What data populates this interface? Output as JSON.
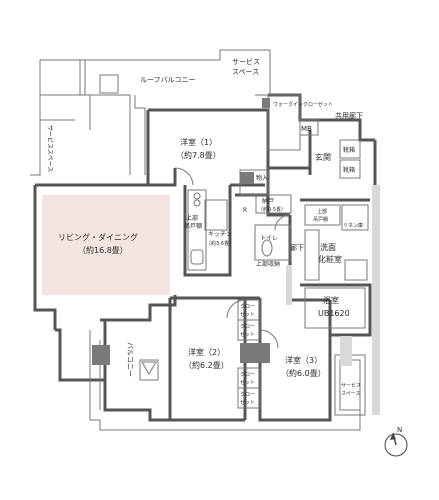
{
  "rooms": {
    "roof_balcony": "ルーフバルコニー",
    "service_space_top_1": "サービス",
    "service_space_top_2": "スペース",
    "service_space_left": "サービススペース",
    "walkin_closet": "ウォークインクローゼット",
    "mb": "MB",
    "common_corridor": "共用廊下",
    "bedroom1": "洋室（1）",
    "bedroom1_size": "（約7.8畳）",
    "entrance": "玄関",
    "shoe1": "靴箱",
    "shoe2": "靴箱",
    "storage": "物入",
    "storage_r": "R",
    "closet_door": "納戸",
    "closet_door_size": "（約0.5畳）",
    "upper_cabinet_1": "上部",
    "upper_cabinet_2": "吊戸棚",
    "kitchen": "キッチン",
    "kitchen_size": "（約3.6畳）",
    "living_dining": "リビング・ダイニング",
    "living_dining_size": "（約16.8畳）",
    "toilet": "トイレ",
    "upper_storage": "上部収納",
    "hall": "廊下",
    "upper_hanging_1": "上部",
    "upper_hanging_2": "吊戸棚",
    "linen": "リネン庫",
    "washroom_1": "洗面",
    "washroom_2": "化粧室",
    "bathroom": "浴室",
    "bathroom_ub": "UB1620",
    "closet_1a": "クロー",
    "closet_1b": "ゼット",
    "closet_2a": "クロー",
    "closet_2b": "ゼット",
    "closet_3a": "クロー",
    "closet_3b": "ゼット",
    "closet_4a": "クロー",
    "closet_4b": "ゼット",
    "bedroom2": "洋室（2）",
    "bedroom2_size": "（約6.2畳）",
    "bedroom3": "洋室（3）",
    "bedroom3_size": "（約6.0畳）",
    "balcony": "バルコニー",
    "service_space_br_1": "サービス",
    "service_space_br_2": "スペース"
  },
  "compass": {
    "label": "N"
  },
  "colors": {
    "living_fill": "#f3e4e2",
    "wall": "#555555",
    "hatch": "#d9d9d9"
  }
}
